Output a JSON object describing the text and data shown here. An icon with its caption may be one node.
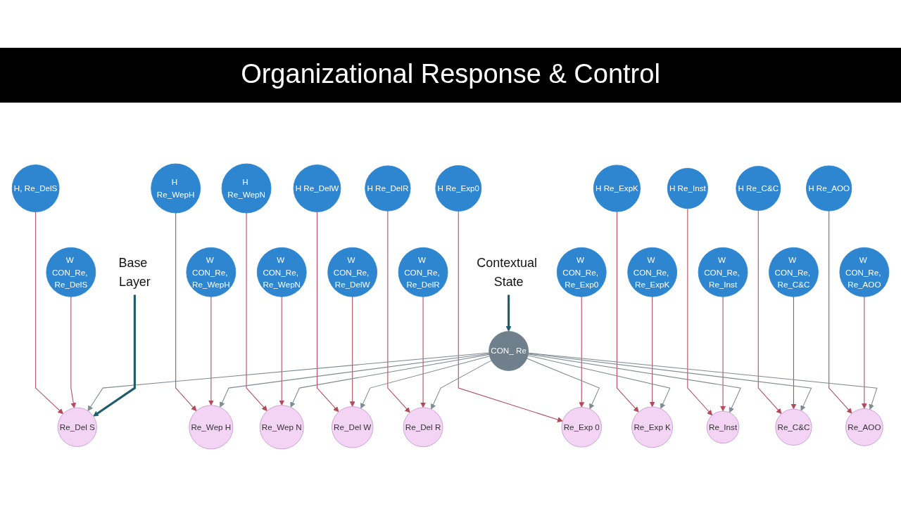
{
  "diagram": {
    "title": "Organizational Response & Control",
    "nodes": [
      {
        "text": [
          "H Re_WepH"
        ]
      },
      {
        "text": [
          "H Re_WepN"
        ]
      },
      {
        "text": [
          "H, Re_DelS"
        ]
      },
      {
        "text": [
          "H Re_DelW"
        ]
      },
      {
        "text": [
          "H Re_DelR"
        ]
      },
      {
        "text": [
          "H Re_Exp0"
        ]
      },
      {
        "text": [
          "H Re_ExpK"
        ]
      },
      {
        "text": [
          "H Re_Inst"
        ]
      },
      {
        "text": [
          "H Re_C&C"
        ]
      },
      {
        "text": [
          "H Re_AOO"
        ]
      },
      {
        "text": [
          "W CON_Re, Re_WepH"
        ]
      },
      {
        "text": [
          "W CON_Re, Re_WepN"
        ]
      },
      {
        "text": [
          "W CON_Re, Re_DelS"
        ]
      },
      {
        "text": [
          "W CON_Re, Re_DelW"
        ]
      },
      {
        "text": [
          "W CON_Re, Re_DelR"
        ]
      },
      {
        "text": [
          "W CON_Re, Re_Exp0"
        ]
      },
      {
        "text": [
          "W CON_Re, Re_ExpK"
        ]
      },
      {
        "text": [
          "W CON_Re, Re_Inst"
        ]
      },
      {
        "text": [
          "W CON_Re, Re_C&C"
        ]
      },
      {
        "text": [
          "W CON_Re, Re_AOO"
        ]
      },
      {
        "text": [
          "CON_ Re"
        ]
      },
      {
        "text": [
          "Re_Wep H"
        ]
      },
      {
        "text": [
          "Re_Wep N"
        ]
      },
      {
        "text": [
          "Re_Del S"
        ]
      },
      {
        "text": [
          "Re_Del W"
        ]
      },
      {
        "text": [
          "Re_Del R"
        ]
      },
      {
        "text": [
          "Re_Exp 0"
        ]
      },
      {
        "text": [
          "Re_Exp K"
        ]
      },
      {
        "text": [
          "Re_Inst"
        ]
      },
      {
        "text": [
          "Re_C&C"
        ]
      },
      {
        "text": [
          "Re_AOO"
        ]
      },
      {
        "text": [
          "Base Layer"
        ]
      },
      {
        "text": [
          "Contextual State"
        ]
      }
    ],
    "edges": [
      {
        "from": 0,
        "to": 21,
        "arrow": "to"
      },
      {
        "from": 1,
        "to": 22,
        "arrow": "to"
      },
      {
        "from": 2,
        "to": 23,
        "arrow": "to"
      },
      {
        "from": 3,
        "to": 24,
        "arrow": "to"
      },
      {
        "from": 4,
        "to": 25,
        "arrow": "to"
      },
      {
        "from": 5,
        "to": 26,
        "arrow": "to"
      },
      {
        "from": 6,
        "to": 27,
        "arrow": "to"
      },
      {
        "from": 7,
        "to": 28,
        "arrow": "to"
      },
      {
        "from": 8,
        "to": 29,
        "arrow": "to"
      },
      {
        "from": 9,
        "to": 30,
        "arrow": "to"
      },
      {
        "from": 10,
        "to": 21,
        "arrow": "to"
      },
      {
        "from": 11,
        "to": 22,
        "arrow": "to"
      },
      {
        "from": 12,
        "to": 23,
        "arrow": "to"
      },
      {
        "from": 13,
        "to": 24,
        "arrow": "to"
      },
      {
        "from": 14,
        "to": 25,
        "arrow": "to"
      },
      {
        "from": 15,
        "to": 26,
        "arrow": "to"
      },
      {
        "from": 16,
        "to": 27,
        "arrow": "to"
      },
      {
        "from": 17,
        "to": 28,
        "arrow": "to"
      },
      {
        "from": 18,
        "to": 29,
        "arrow": "to"
      },
      {
        "from": 19,
        "to": 30,
        "arrow": "to"
      },
      {
        "from": 20,
        "to": 21,
        "arrow": "to",
        "color": "#7f8c93"
      },
      {
        "from": 20,
        "to": 22,
        "arrow": "to",
        "color": "#7f8c93"
      },
      {
        "from": 20,
        "to": 23,
        "arrow": "to",
        "color": "#7f8c93"
      },
      {
        "from": 20,
        "to": 24,
        "arrow": "to",
        "color": "#7f8c93"
      },
      {
        "from": 20,
        "to": 25,
        "arrow": "to",
        "color": "#7f8c93"
      },
      {
        "from": 20,
        "to": 26,
        "arrow": "to",
        "color": "#7f8c93"
      },
      {
        "from": 20,
        "to": 27,
        "arrow": "to",
        "color": "#7f8c93"
      },
      {
        "from": 20,
        "to": 28,
        "arrow": "to",
        "color": "#7f8c93"
      },
      {
        "from": 20,
        "to": 29,
        "arrow": "to",
        "color": "#7f8c93"
      },
      {
        "from": 20,
        "to": 30,
        "arrow": "to",
        "color": "#7f8c93"
      },
      {
        "from": 31,
        "to": 23,
        "arrow": "to",
        "style": "thick",
        "color": "#1e5e6c"
      },
      {
        "from": 32,
        "to": 20,
        "arrow": "to",
        "style": "thick",
        "color": "#1e5e6c"
      }
    ]
  }
}
